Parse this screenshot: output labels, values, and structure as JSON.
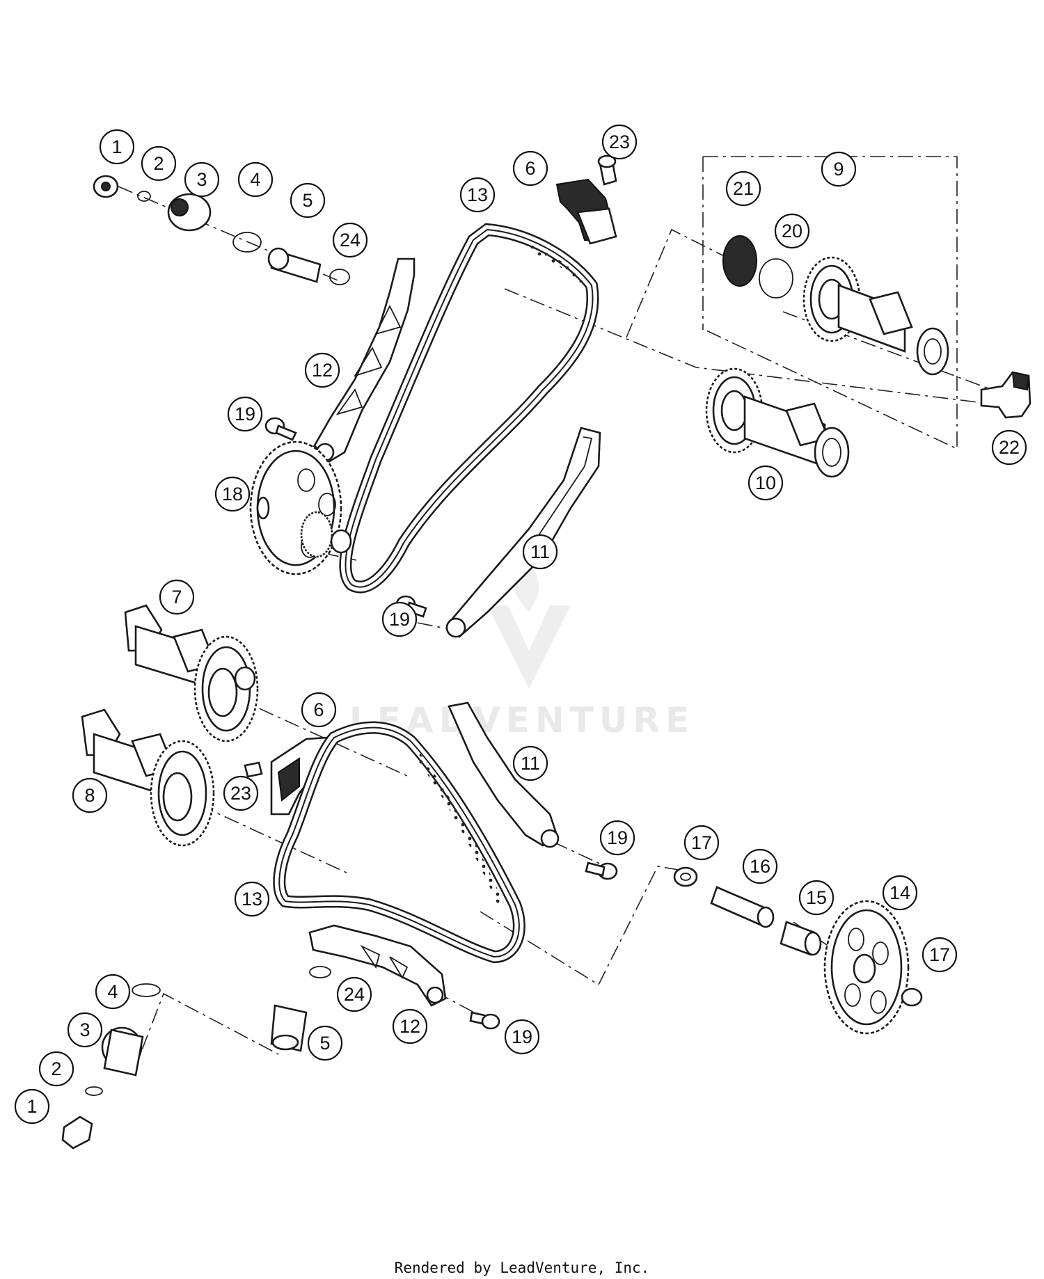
{
  "watermark": {
    "brand": "LEADVENTURE"
  },
  "footer": {
    "credit": "Rendered by LeadVenture, Inc."
  },
  "callouts": [
    {
      "id": "c1",
      "label": "1"
    },
    {
      "id": "c2",
      "label": "2"
    },
    {
      "id": "c3",
      "label": "3"
    },
    {
      "id": "c4",
      "label": "4"
    },
    {
      "id": "c5",
      "label": "5"
    },
    {
      "id": "c24",
      "label": "24"
    },
    {
      "id": "c6",
      "label": "6"
    },
    {
      "id": "c23",
      "label": "23"
    },
    {
      "id": "c13",
      "label": "13"
    },
    {
      "id": "c9",
      "label": "9"
    },
    {
      "id": "c21",
      "label": "21"
    },
    {
      "id": "c20",
      "label": "20"
    },
    {
      "id": "c12",
      "label": "12"
    },
    {
      "id": "c19",
      "label": "19"
    },
    {
      "id": "c22",
      "label": "22"
    },
    {
      "id": "c18",
      "label": "18"
    },
    {
      "id": "c10",
      "label": "10"
    },
    {
      "id": "c11",
      "label": "11"
    },
    {
      "id": "c19b",
      "label": "19"
    },
    {
      "id": "c7",
      "label": "7"
    },
    {
      "id": "c6b",
      "label": "6"
    },
    {
      "id": "c11b",
      "label": "11"
    },
    {
      "id": "c8",
      "label": "8"
    },
    {
      "id": "c23b",
      "label": "23"
    },
    {
      "id": "c19c",
      "label": "19"
    },
    {
      "id": "c17",
      "label": "17"
    },
    {
      "id": "c16",
      "label": "16"
    },
    {
      "id": "c13b",
      "label": "13"
    },
    {
      "id": "c14",
      "label": "14"
    },
    {
      "id": "c15",
      "label": "15"
    },
    {
      "id": "c17b",
      "label": "17"
    },
    {
      "id": "c4b",
      "label": "4"
    },
    {
      "id": "c24b",
      "label": "24"
    },
    {
      "id": "c3b",
      "label": "3"
    },
    {
      "id": "c12b",
      "label": "12"
    },
    {
      "id": "c19d",
      "label": "19"
    },
    {
      "id": "c5b",
      "label": "5"
    },
    {
      "id": "c2b",
      "label": "2"
    },
    {
      "id": "c1b",
      "label": "1"
    }
  ]
}
